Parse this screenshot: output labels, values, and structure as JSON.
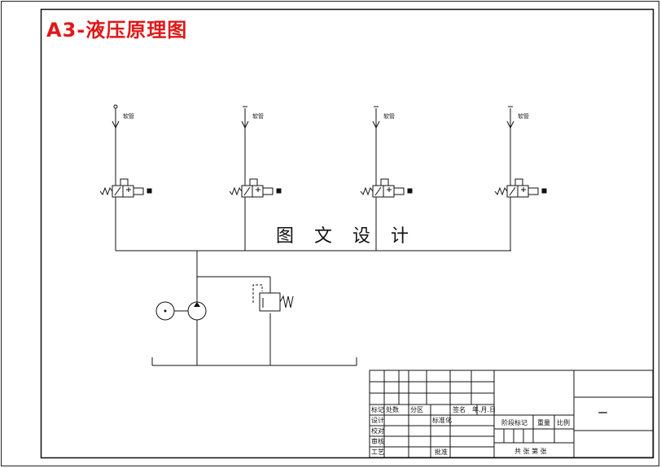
{
  "title": "A3-液压原理图",
  "watermark": "图 文 设 计",
  "hose_label": "软管",
  "title_block": {
    "row_labels": [
      "标记",
      "处数",
      "分区",
      "签名",
      "年.月.日"
    ],
    "left_col": [
      "设计",
      "校对",
      "审核",
      "工艺"
    ],
    "std_label": "标准化",
    "approve_label": "批准",
    "stage_label": "阶段标记",
    "weight_label": "重量",
    "scale_label": "比例",
    "sheet_label": "共 张 第 张",
    "drawing_no": "一"
  }
}
